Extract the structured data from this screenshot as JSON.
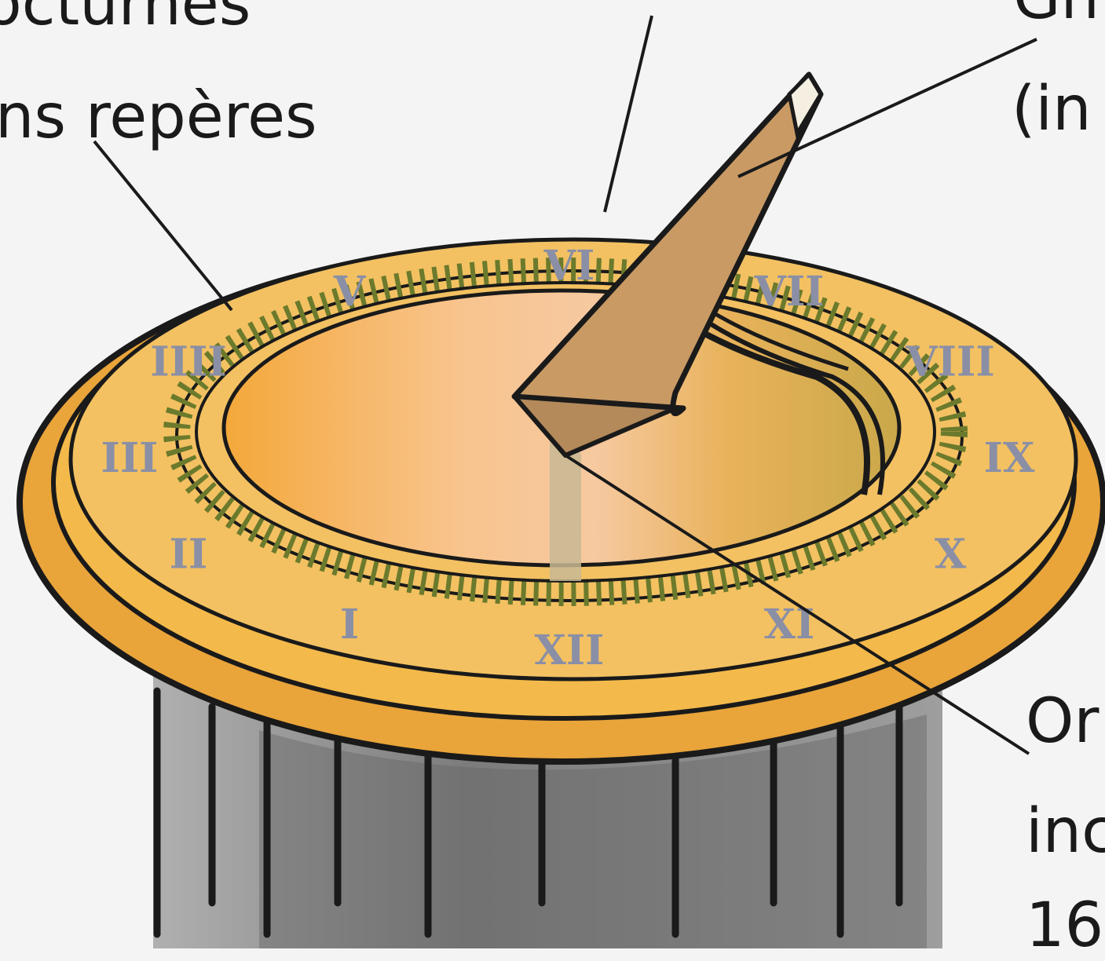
{
  "labels": {
    "top_left_1": "octurnes",
    "top_left_2": "ns repères",
    "top_right_1": "Gn",
    "top_right_2": "(in",
    "bottom_right_1": "Or",
    "bottom_right_2": "inc",
    "bottom_right_3": "16"
  },
  "dial": {
    "numerals": [
      "V",
      "VI",
      "VII",
      "VIII",
      "IX",
      "X",
      "XI",
      "XII",
      "I",
      "II",
      "III",
      "IIII"
    ]
  },
  "colors": {
    "background": "#f4f4f4",
    "dial_gold": "#f1b43b",
    "dial_face": "#f7c98f",
    "ring_green": "#6b7a2c",
    "gnomon": "#c99a64",
    "pedestal": "#8e8e8e",
    "ink": "#1a1a1a"
  }
}
